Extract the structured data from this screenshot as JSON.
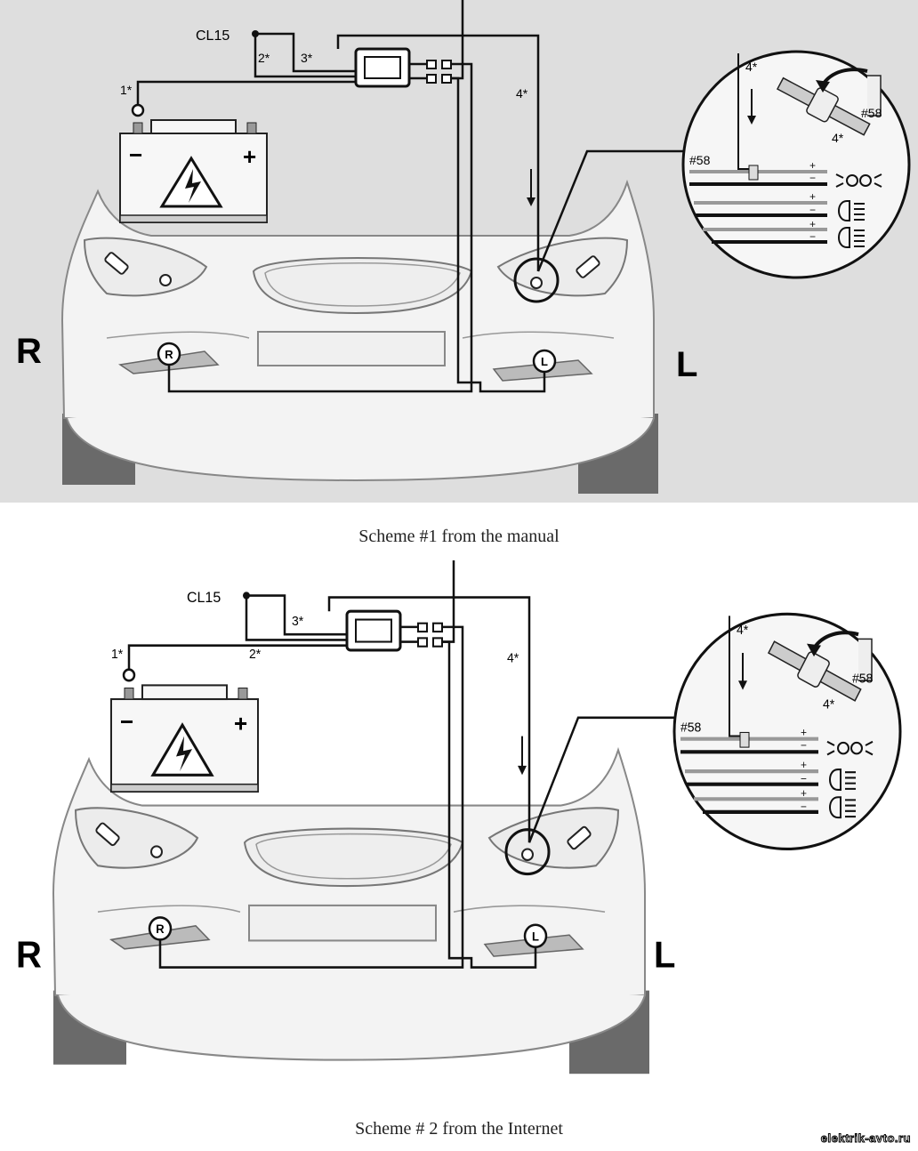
{
  "scheme1": {
    "caption": "Scheme #1 from the manual",
    "cl15": "CL15",
    "wire1": "1*",
    "wire2": "2*",
    "wire3": "3*",
    "wire4": "4*",
    "wire4_detail": "4*",
    "wire4_clip": "4*",
    "fuse_detail": "#58",
    "fuse_clip": "#58",
    "fog_right": "R",
    "fog_left": "L",
    "side_right": "R",
    "side_left": "L",
    "battery_minus": "−",
    "battery_plus": "+"
  },
  "scheme2": {
    "caption": "Scheme # 2 from the Internet",
    "cl15": "CL15",
    "wire1": "1*",
    "wire2": "2*",
    "wire3": "3*",
    "wire4": "4*",
    "wire4_detail": "4*",
    "wire4_clip": "4*",
    "fuse_detail": "#58",
    "fuse_clip": "#58",
    "fog_right": "R",
    "fog_left": "L",
    "side_right": "R",
    "side_left": "L",
    "battery_minus": "−",
    "battery_plus": "+"
  },
  "watermark": "elektrik-avto.ru"
}
